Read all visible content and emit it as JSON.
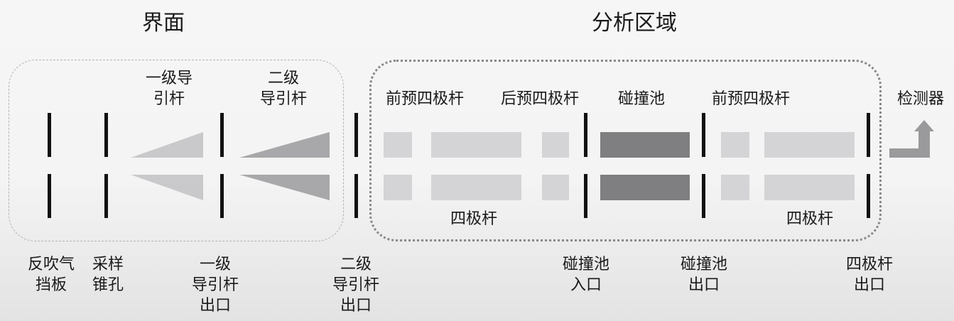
{
  "sections": {
    "interface_title": "界面",
    "analysis_title": "分析区域"
  },
  "top_labels": {
    "ion_guide_1": "一级导\n引杆",
    "ion_guide_2": "二级\n导引杆",
    "pre_quad_1": "前预四极杆",
    "post_pre_quad": "后预四极杆",
    "collision_cell": "碰撞池",
    "pre_quad_2": "前预四极杆",
    "detector": "检测器"
  },
  "inner_labels": {
    "quadrupole_1": "四极杆",
    "quadrupole_2": "四极杆"
  },
  "bottom_labels": {
    "counter_gas_plate": "反吹气\n挡板",
    "sampling_cone": "采样\n锥孔",
    "guide1_exit": "一级\n导引杆\n出口",
    "guide2_exit": "二级\n导引杆\n出口",
    "collision_entry": "碰撞池\n入口",
    "collision_exit": "碰撞池\n出口",
    "quad_exit": "四极杆\n出口"
  },
  "colors": {
    "light_block": "#d4d4d6",
    "dark_block": "#7f7f81",
    "guide1_fill": "#c9c9cb",
    "guide2_fill": "#a8a8aa",
    "detector_arrow": "#9a9a9c"
  }
}
